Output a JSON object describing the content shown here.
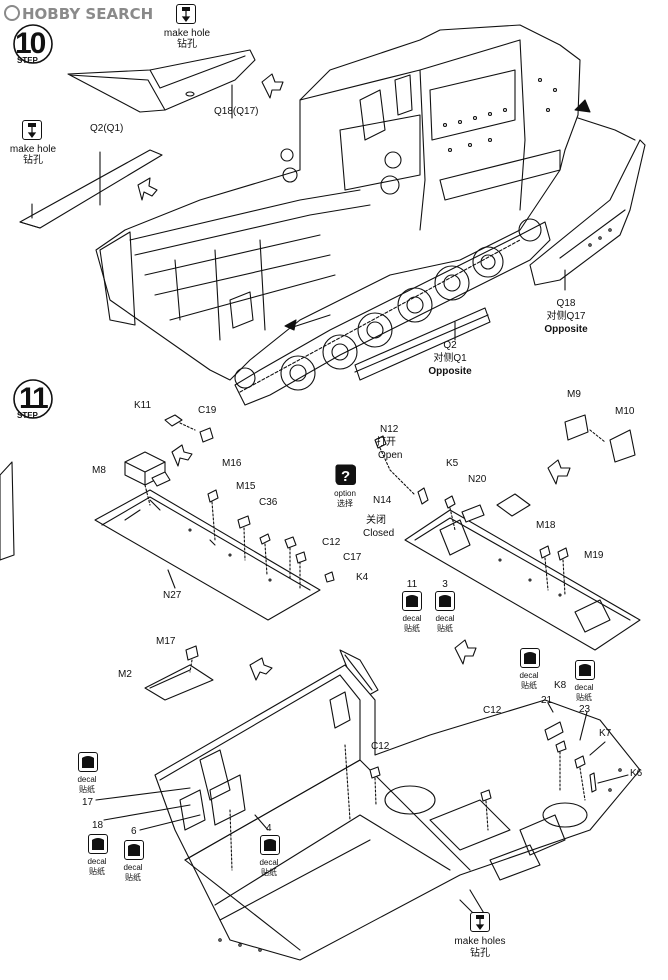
{
  "watermark": {
    "brand": "HOBBY SEARCH"
  },
  "steps": {
    "step10": {
      "number": "10",
      "label": "STEP"
    },
    "step11": {
      "number": "11",
      "label": "STEP"
    }
  },
  "callouts": {
    "make_hole_en": "make hole",
    "make_hole_zh": "钻孔",
    "make_holes_en": "make holes",
    "decal_en": "decal",
    "decal_zh": "贴纸",
    "option_en": "option",
    "option_zh": "选择",
    "open_zh": "打开",
    "open_en": "Open",
    "closed_zh": "关闭",
    "closed_en": "Closed",
    "opposite_zh_prefix": "对侧",
    "opposite_en": "Opposite"
  },
  "parts": {
    "Q18_Q17": "Q18(Q17)",
    "Q2_Q1": "Q2(Q1)",
    "Q18": "Q18",
    "Q17_opp": "对侧Q17",
    "Q2": "Q2",
    "Q1_opp": "对侧Q1",
    "K11": "K11",
    "C19": "C19",
    "M8": "M8",
    "M16": "M16",
    "M15": "M15",
    "C36": "C36",
    "C12a": "C12",
    "C17": "C17",
    "K4": "K4",
    "N27": "N27",
    "N12": "N12",
    "N14": "N14",
    "K5": "K5",
    "N20": "N20",
    "M9": "M9",
    "M10": "M10",
    "M18": "M18",
    "M19": "M19",
    "M17": "M17",
    "M2": "M2",
    "C12b": "C12",
    "C12c": "C12",
    "K8": "K8",
    "K7": "K7",
    "K6": "K6"
  },
  "decals": {
    "d11": "11",
    "d3": "3",
    "d21": "21",
    "d23": "23",
    "d17": "17",
    "d18": "18",
    "d6": "6",
    "d4": "4"
  }
}
